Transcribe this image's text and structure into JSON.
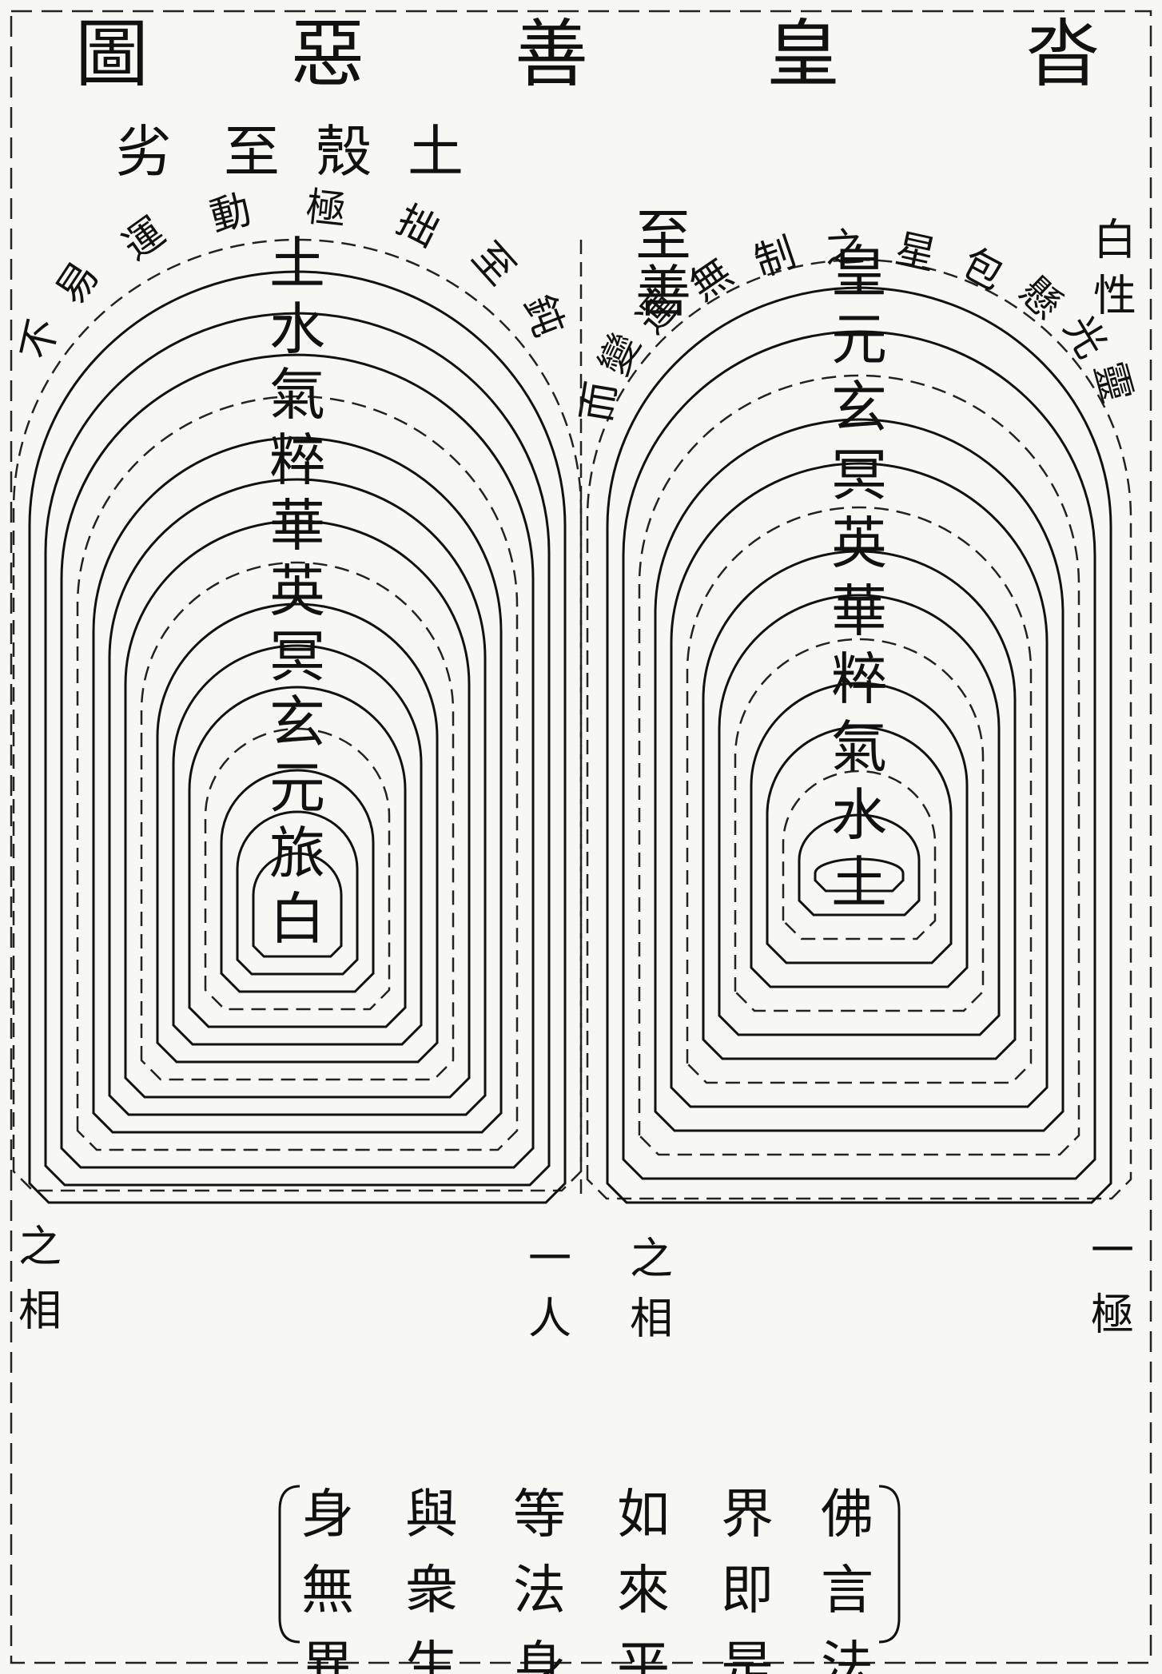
{
  "title": "圖惡善皇沓",
  "left_panel": {
    "heading": "劣至殼土",
    "side_heading": "",
    "arc_caption": "不易運動極拙至鈍",
    "layers": [
      "土",
      "水",
      "氣",
      "粹",
      "華",
      "英",
      "冥",
      "玄",
      "元",
      "旅",
      "白"
    ],
    "bottom_labels": [
      "之相",
      "一人"
    ]
  },
  "right_panel": {
    "heading": "至善",
    "side_heading": "白性",
    "arc_caption": "而變運無制之星包懸光靈",
    "layers": [
      "皇",
      "元",
      "玄",
      "冥",
      "英",
      "華",
      "粹",
      "氣",
      "水",
      "土"
    ],
    "bottom_labels": [
      "之相",
      "一極"
    ]
  },
  "footer_verse": [
    "佛言法",
    "界即是",
    "如來平",
    "等法身",
    "與衆生",
    "身無異"
  ]
}
